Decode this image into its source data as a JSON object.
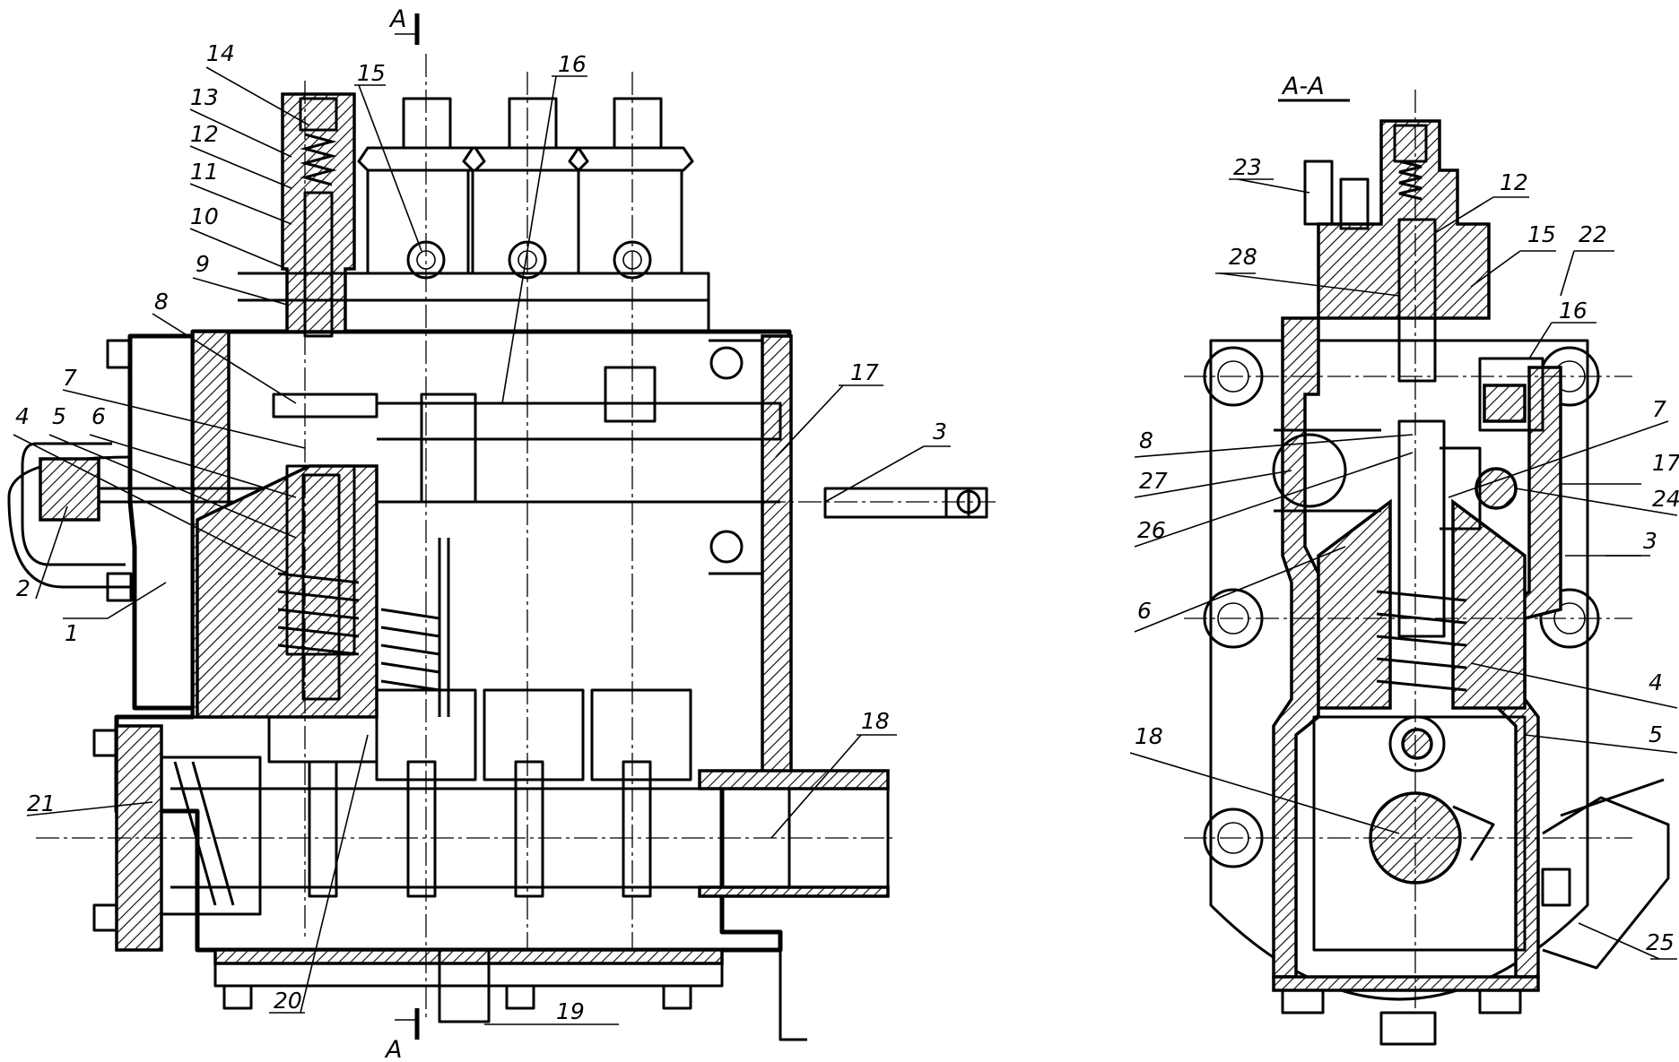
{
  "view_left": {
    "section_marker_top": "A",
    "section_marker_bottom": "A",
    "labels": [
      "1",
      "2",
      "3",
      "4",
      "5",
      "6",
      "7",
      "8",
      "9",
      "10",
      "11",
      "12",
      "13",
      "14",
      "15",
      "16",
      "17",
      "18",
      "19",
      "20",
      "21"
    ]
  },
  "view_right": {
    "section_title": "A-A",
    "labels": [
      "3",
      "4",
      "5",
      "6",
      "7",
      "8",
      "12",
      "15",
      "16",
      "17",
      "18",
      "22",
      "23",
      "24",
      "25",
      "26",
      "27",
      "28"
    ]
  }
}
